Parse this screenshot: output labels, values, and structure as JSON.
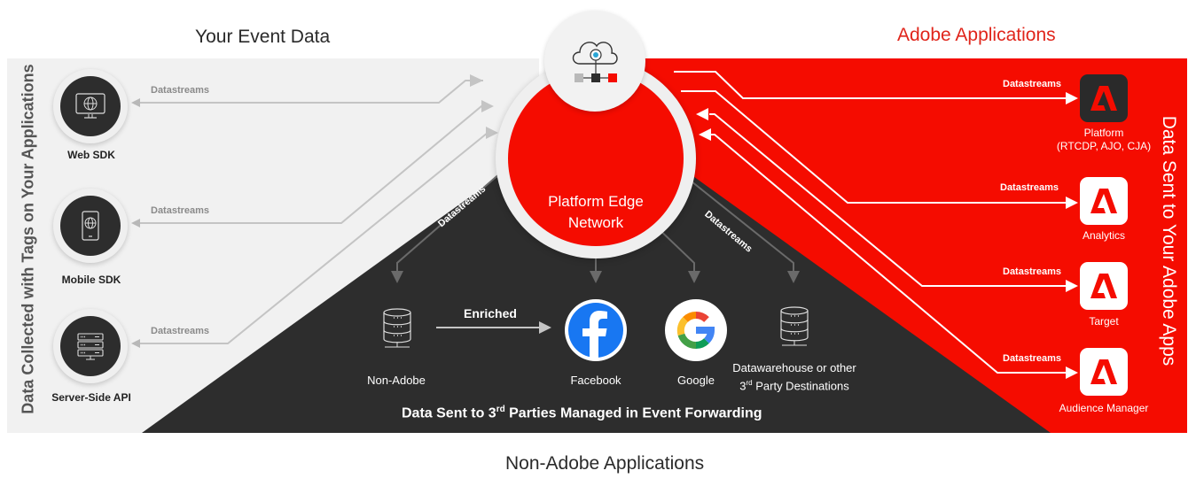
{
  "regions": {
    "left_title": "Your Event Data",
    "right_title": "Adobe Applications",
    "bottom_title": "Non-Adobe Applications",
    "left_vertical_label": "Data Collected with Tags on Your Applications",
    "right_vertical_label": "Data Sent to Your Adobe Apps",
    "bottom_band_prefix": "Data Sent to 3",
    "bottom_band_sup": "rd",
    "bottom_band_suffix": " Parties Managed in Event Forwarding"
  },
  "hub": {
    "title_line1": "Platform Edge",
    "title_line2": "Network",
    "icon": "cloud-network-icon"
  },
  "sources": [
    {
      "label": "Web SDK",
      "icon": "desktop-globe-icon",
      "connector_label": "Datastreams"
    },
    {
      "label": "Mobile SDK",
      "icon": "mobile-globe-icon",
      "connector_label": "Datastreams"
    },
    {
      "label": "Server-Side API",
      "icon": "server-rack-icon",
      "connector_label": "Datastreams"
    }
  ],
  "adobe_apps": [
    {
      "label_line1": "Platform",
      "label_line2": "(RTCDP, AJO, CJA)",
      "icon": "adobe-logo-icon",
      "connector_label": "Datastreams"
    },
    {
      "label_line1": "Analytics",
      "label_line2": "",
      "icon": "adobe-logo-icon",
      "connector_label": "Datastreams"
    },
    {
      "label_line1": "Target",
      "label_line2": "",
      "icon": "adobe-logo-icon",
      "connector_label": "Datastreams"
    },
    {
      "label_line1": "Audience Manager",
      "label_line2": "",
      "icon": "adobe-logo-icon",
      "connector_label": "Datastreams"
    }
  ],
  "third_party": {
    "left_connector_label": "Datastreams",
    "right_connector_label": "Datastreams",
    "enriched_label": "Enriched",
    "destinations": [
      {
        "label_line1": "Non-Adobe",
        "label_line2": "",
        "icon": "database-icon"
      },
      {
        "label_line1": "Facebook",
        "label_line2": "",
        "icon": "facebook-icon"
      },
      {
        "label_line1": "Google",
        "label_line2": "",
        "icon": "google-icon"
      },
      {
        "label_line1": "Datawarehouse or other",
        "label_line2_prefix": "3",
        "label_line2_sup": "rd",
        "label_line2_suffix": " Party Destinations",
        "icon": "database-icon"
      }
    ]
  },
  "colors": {
    "adobe_red": "#f50c00",
    "dark_panel": "#2d2d2d",
    "light_panel": "#f1f1f1",
    "facebook_blue": "#1877f2"
  }
}
